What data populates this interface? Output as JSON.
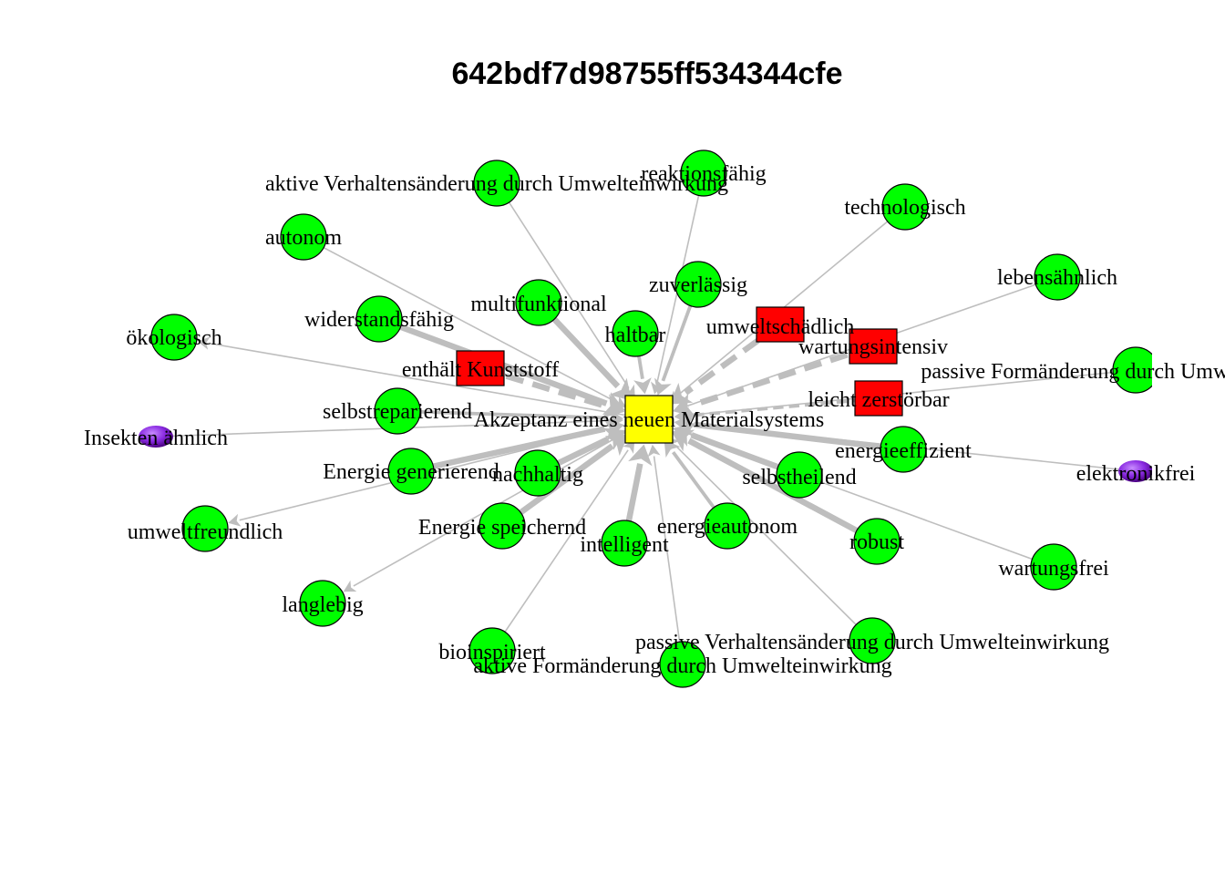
{
  "title": "642bdf7d98755ff534344cfe",
  "colors": {
    "center": "#ffff00",
    "negative": "#ff0000",
    "positive": "#00ff00",
    "other": "#9b30ff",
    "edge": "#bebebe",
    "outline": "#000000"
  },
  "center": {
    "id": "center",
    "label": "Akzeptanz eines neuen Materialsystems",
    "shape": "square",
    "color": "center"
  },
  "nodes": [
    {
      "id": "reaktionsfaehig",
      "label": "reaktionsfähig",
      "shape": "circle",
      "color": "positive"
    },
    {
      "id": "aktive_verhalten",
      "label": "aktive Verhaltensänderung durch Umwelteinwirkung",
      "shape": "circle",
      "color": "positive"
    },
    {
      "id": "technologisch",
      "label": "technologisch",
      "shape": "circle",
      "color": "positive"
    },
    {
      "id": "autonom",
      "label": "autonom",
      "shape": "circle",
      "color": "positive"
    },
    {
      "id": "lebensaehnlich",
      "label": "lebensähnlich",
      "shape": "circle",
      "color": "positive"
    },
    {
      "id": "zuverlaessig",
      "label": "zuverlässig",
      "shape": "circle",
      "color": "positive"
    },
    {
      "id": "multifunktional",
      "label": "multifunktional",
      "shape": "circle",
      "color": "positive"
    },
    {
      "id": "widerstandsfaehig",
      "label": "widerstandsfähig",
      "shape": "circle",
      "color": "positive"
    },
    {
      "id": "umweltschaedlich",
      "label": "umweltschädlich",
      "shape": "square",
      "color": "negative"
    },
    {
      "id": "haltbar",
      "label": "haltbar",
      "shape": "circle",
      "color": "positive"
    },
    {
      "id": "oekologisch",
      "label": "ökologisch",
      "shape": "circle",
      "color": "positive"
    },
    {
      "id": "wartungsintensiv",
      "label": "wartungsintensiv",
      "shape": "square",
      "color": "negative"
    },
    {
      "id": "passive_form",
      "label": "passive Formänderung durch Umwelteinwirkung",
      "shape": "circle",
      "color": "positive"
    },
    {
      "id": "kunststoff",
      "label": "enthält Kunststoff",
      "shape": "square",
      "color": "negative"
    },
    {
      "id": "leicht_zerstoerbar",
      "label": "leicht zerstörbar",
      "shape": "square",
      "color": "negative"
    },
    {
      "id": "selbstreparierend",
      "label": "selbstreparierend",
      "shape": "circle",
      "color": "positive"
    },
    {
      "id": "insekten",
      "label": "Insekten ähnlich",
      "shape": "sphere",
      "color": "other"
    },
    {
      "id": "energieeffizient",
      "label": "energieeffizient",
      "shape": "circle",
      "color": "positive"
    },
    {
      "id": "energie_generierend",
      "label": "Energie   generierend",
      "shape": "circle",
      "color": "positive"
    },
    {
      "id": "nachhaltig",
      "label": "nachhaltig",
      "shape": "circle",
      "color": "positive"
    },
    {
      "id": "selbstheilend",
      "label": "selbstheilend",
      "shape": "circle",
      "color": "positive"
    },
    {
      "id": "elektronikfrei",
      "label": "elektronikfrei",
      "shape": "sphere",
      "color": "other"
    },
    {
      "id": "umweltfreundlich",
      "label": "umweltfreundlich",
      "shape": "circle",
      "color": "positive"
    },
    {
      "id": "energie_speichernd",
      "label": "Energie   speichernd",
      "shape": "circle",
      "color": "positive"
    },
    {
      "id": "energieautonom",
      "label": "energieautonom",
      "shape": "circle",
      "color": "positive"
    },
    {
      "id": "intelligent",
      "label": "intelligent",
      "shape": "circle",
      "color": "positive"
    },
    {
      "id": "robust",
      "label": "robust",
      "shape": "circle",
      "color": "positive"
    },
    {
      "id": "wartungsfrei",
      "label": "wartungsfrei",
      "shape": "circle",
      "color": "positive"
    },
    {
      "id": "langlebig",
      "label": "langlebig",
      "shape": "circle",
      "color": "positive"
    },
    {
      "id": "passive_verhalten",
      "label": "passive Verhaltensänderung durch Umwelteinwirkung",
      "shape": "circle",
      "color": "positive"
    },
    {
      "id": "bioinspiriert",
      "label": "bioinspiriert",
      "shape": "circle",
      "color": "positive"
    },
    {
      "id": "aktive_form",
      "label": "aktive Formänderung durch Umwelteinwirkung",
      "shape": "circle",
      "color": "positive"
    }
  ],
  "edges": [
    {
      "from": "reaktionsfaehig",
      "to": "center",
      "weight": 1,
      "dashed": false
    },
    {
      "from": "aktive_verhalten",
      "to": "center",
      "weight": 1,
      "dashed": false
    },
    {
      "from": "technologisch",
      "to": "center",
      "weight": 1,
      "dashed": false
    },
    {
      "from": "autonom",
      "to": "center",
      "weight": 1,
      "dashed": false
    },
    {
      "from": "lebensaehnlich",
      "to": "center",
      "weight": 1,
      "dashed": false
    },
    {
      "from": "zuverlaessig",
      "to": "center",
      "weight": 2,
      "dashed": false
    },
    {
      "from": "multifunktional",
      "to": "center",
      "weight": 3,
      "dashed": false
    },
    {
      "from": "widerstandsfaehig",
      "to": "center",
      "weight": 3,
      "dashed": false
    },
    {
      "from": "umweltschaedlich",
      "to": "center",
      "weight": 3,
      "dashed": true
    },
    {
      "from": "haltbar",
      "to": "center",
      "weight": 2,
      "dashed": false
    },
    {
      "from": "center",
      "to": "oekologisch",
      "weight": 1,
      "dashed": false
    },
    {
      "from": "wartungsintensiv",
      "to": "center",
      "weight": 3,
      "dashed": true
    },
    {
      "from": "passive_form",
      "to": "center",
      "weight": 1,
      "dashed": false
    },
    {
      "from": "kunststoff",
      "to": "center",
      "weight": 3,
      "dashed": true
    },
    {
      "from": "leicht_zerstoerbar",
      "to": "center",
      "weight": 2,
      "dashed": true
    },
    {
      "from": "selbstreparierend",
      "to": "center",
      "weight": 2,
      "dashed": false
    },
    {
      "from": "insekten",
      "to": "center",
      "weight": 1,
      "dashed": false
    },
    {
      "from": "energieeffizient",
      "to": "center",
      "weight": 3,
      "dashed": false
    },
    {
      "from": "energie_generierend",
      "to": "center",
      "weight": 3,
      "dashed": false
    },
    {
      "from": "nachhaltig",
      "to": "center",
      "weight": 3,
      "dashed": false
    },
    {
      "from": "selbstheilend",
      "to": "center",
      "weight": 3,
      "dashed": false
    },
    {
      "from": "elektronikfrei",
      "to": "center",
      "weight": 1,
      "dashed": false
    },
    {
      "from": "center",
      "to": "umweltfreundlich",
      "weight": 1,
      "dashed": false
    },
    {
      "from": "energie_speichernd",
      "to": "center",
      "weight": 3,
      "dashed": false
    },
    {
      "from": "energieautonom",
      "to": "center",
      "weight": 2,
      "dashed": false
    },
    {
      "from": "intelligent",
      "to": "center",
      "weight": 3,
      "dashed": false
    },
    {
      "from": "robust",
      "to": "center",
      "weight": 3,
      "dashed": false
    },
    {
      "from": "wartungsfrei",
      "to": "center",
      "weight": 1,
      "dashed": false
    },
    {
      "from": "center",
      "to": "langlebig",
      "weight": 1,
      "dashed": false
    },
    {
      "from": "passive_verhalten",
      "to": "center",
      "weight": 1,
      "dashed": false
    },
    {
      "from": "bioinspiriert",
      "to": "center",
      "weight": 1,
      "dashed": false
    },
    {
      "from": "aktive_form",
      "to": "center",
      "weight": 1,
      "dashed": false
    }
  ]
}
